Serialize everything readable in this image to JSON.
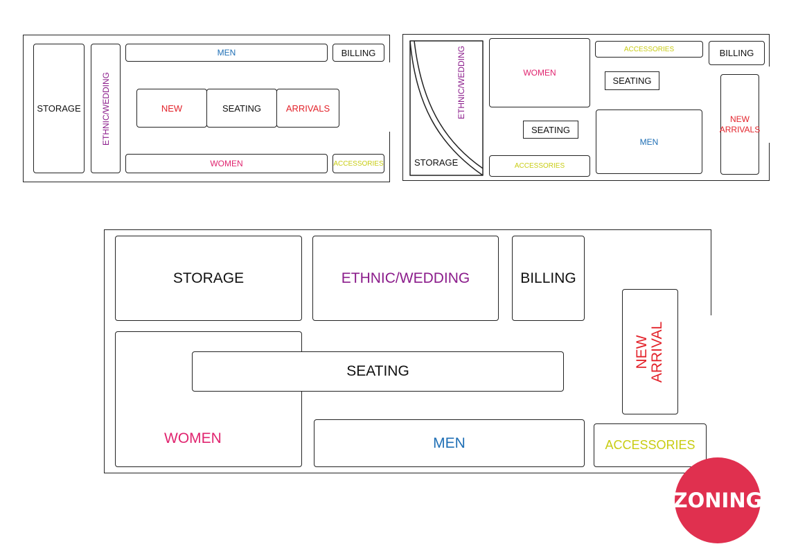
{
  "colors": {
    "storage": "#111111",
    "billing": "#111111",
    "seating": "#111111",
    "men": "#1f6fb5",
    "women": "#e0246f",
    "new_arrivals": "#e3232b",
    "ethnic_wedding": "#8b1c8b",
    "accessories": "#c8cc12",
    "badge": "#e0304f"
  },
  "plan1": {
    "storage": "STORAGE",
    "ethnic_wedding": "ETHNIC/WEDDING",
    "men": "MEN",
    "billing": "BILLING",
    "new": "NEW",
    "seating": "SEATING",
    "arrivals": "ARRIVALS",
    "women": "WOMEN",
    "accessories": "ACCESSORIES"
  },
  "plan2": {
    "ethnic_wedding": "ETHNIC/WEDDING",
    "storage": "STORAGE",
    "women": "WOMEN",
    "accessories_top": "ACCESSORIES",
    "billing": "BILLING",
    "seating_top": "SEATING",
    "seating_mid": "SEATING",
    "men": "MEN",
    "new_arrivals_line1": "NEW",
    "new_arrivals_line2": "ARRIVALS",
    "accessories_bottom": "ACCESSORIES"
  },
  "plan3": {
    "storage": "STORAGE",
    "ethnic_wedding": "ETHNIC/WEDDING",
    "billing": "BILLING",
    "seating": "SEATING",
    "women": "WOMEN",
    "new_arrival_line1": "NEW",
    "new_arrival_line2": "ARRIVAL",
    "men": "MEN",
    "accessories": "ACCESSORIES"
  },
  "badge": {
    "label": "ZONING"
  }
}
